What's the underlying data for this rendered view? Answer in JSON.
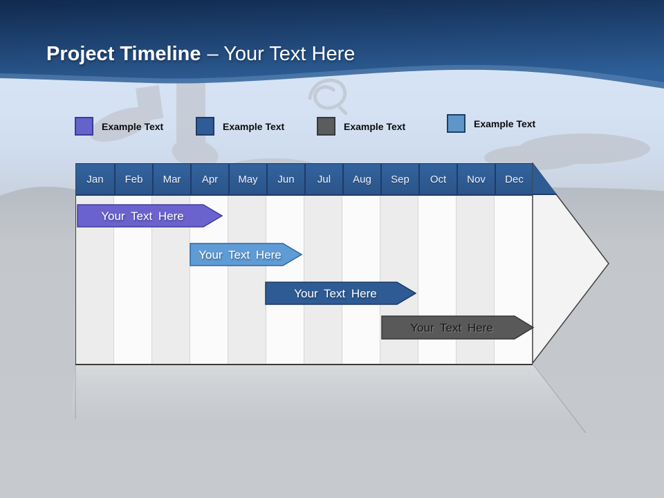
{
  "title": {
    "primary": "Project Timeline",
    "secondary": "– Your Text Here"
  },
  "legend": {
    "items": [
      {
        "label": "Example Text",
        "color": "#6462cb",
        "border": "#3d3a96"
      },
      {
        "label": "Example Text",
        "color": "#2f5c96",
        "border": "#1c3a66"
      },
      {
        "label": "Example Text",
        "color": "#5a5c5e",
        "border": "#36383a"
      },
      {
        "label": "Example Text",
        "color": "#5e96c9",
        "border": "#1e3f63"
      }
    ]
  },
  "timeline": {
    "months": [
      "Jan",
      "Feb",
      "Mar",
      "Apr",
      "May",
      "Jun",
      "Jul",
      "Aug",
      "Sep",
      "Oct",
      "Nov",
      "Dec"
    ],
    "bars": [
      {
        "label": "Your Text Here",
        "fill": "#6a63ce",
        "stroke": "#423c9c",
        "text_color": "#ffffff",
        "start": "Jan",
        "end": "Apr"
      },
      {
        "label": "Your Text Here",
        "fill": "#5f9bd4",
        "stroke": "#2e679f",
        "text_color": "#ffffff",
        "start": "Apr",
        "end": "Jun"
      },
      {
        "label": "Your Text Here",
        "fill": "#2e5b94",
        "stroke": "#1b3965",
        "text_color": "#ffffff",
        "start": "Jun",
        "end": "Sep"
      },
      {
        "label": "Your Text Here",
        "fill": "#595959",
        "stroke": "#373737",
        "text_color": "#161616",
        "start": "Sep",
        "end": "Dec"
      }
    ]
  }
}
